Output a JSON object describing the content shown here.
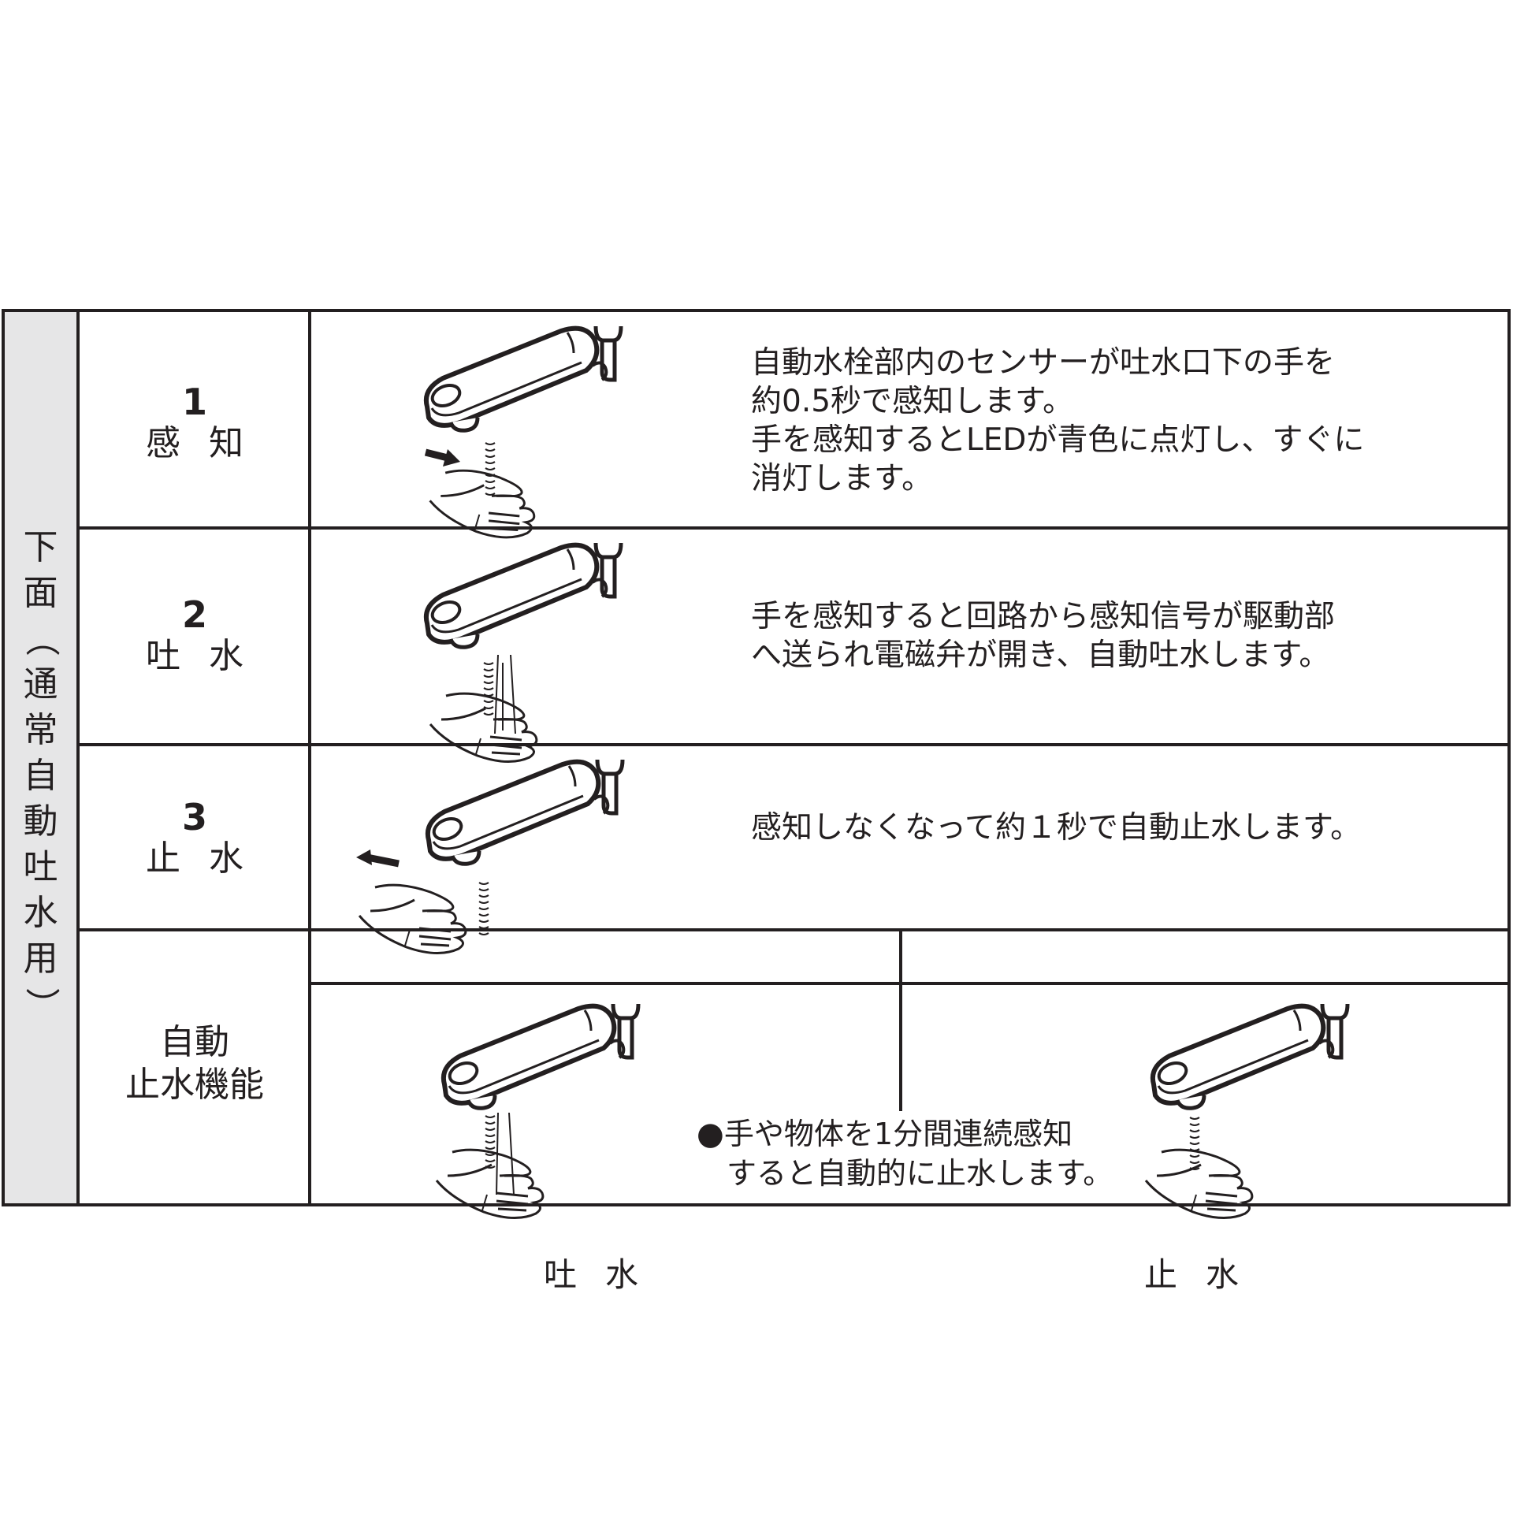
{
  "side_title": [
    "下",
    "面",
    "（",
    "通",
    "常",
    "自",
    "動",
    "吐",
    "水",
    "用",
    "）"
  ],
  "rows": [
    {
      "number": "1",
      "label": "感知",
      "description": [
        "自動水栓部内のセンサーが吐水口下の手を",
        "約0.5秒で感知します。",
        "手を感知するとLEDが青色に点灯し、すぐに",
        "消灯します。"
      ],
      "illustration": "faucet-hand-approaching-icon"
    },
    {
      "number": "2",
      "label": "吐水",
      "description": [
        "手を感知すると回路から感知信号が駆動部",
        "へ送られ電磁弁が開き、自動吐水します。"
      ],
      "illustration": "faucet-water-flowing-icon"
    },
    {
      "number": "3",
      "label": "止水",
      "description": [
        "感知しなくなって約１秒で自動止水します。"
      ],
      "illustration": "faucet-hand-leaving-icon"
    }
  ],
  "auto_stop": {
    "label_line1": "自動",
    "label_line2": "止水機能",
    "columns": [
      "吐水",
      "止水"
    ],
    "note_bullet": "●",
    "note_line1": "手や物体を1分間連続感知",
    "note_line2": "すると自動的に止水します。"
  },
  "colors": {
    "line": "#231f20",
    "side_bg": "#e6e6e7"
  }
}
